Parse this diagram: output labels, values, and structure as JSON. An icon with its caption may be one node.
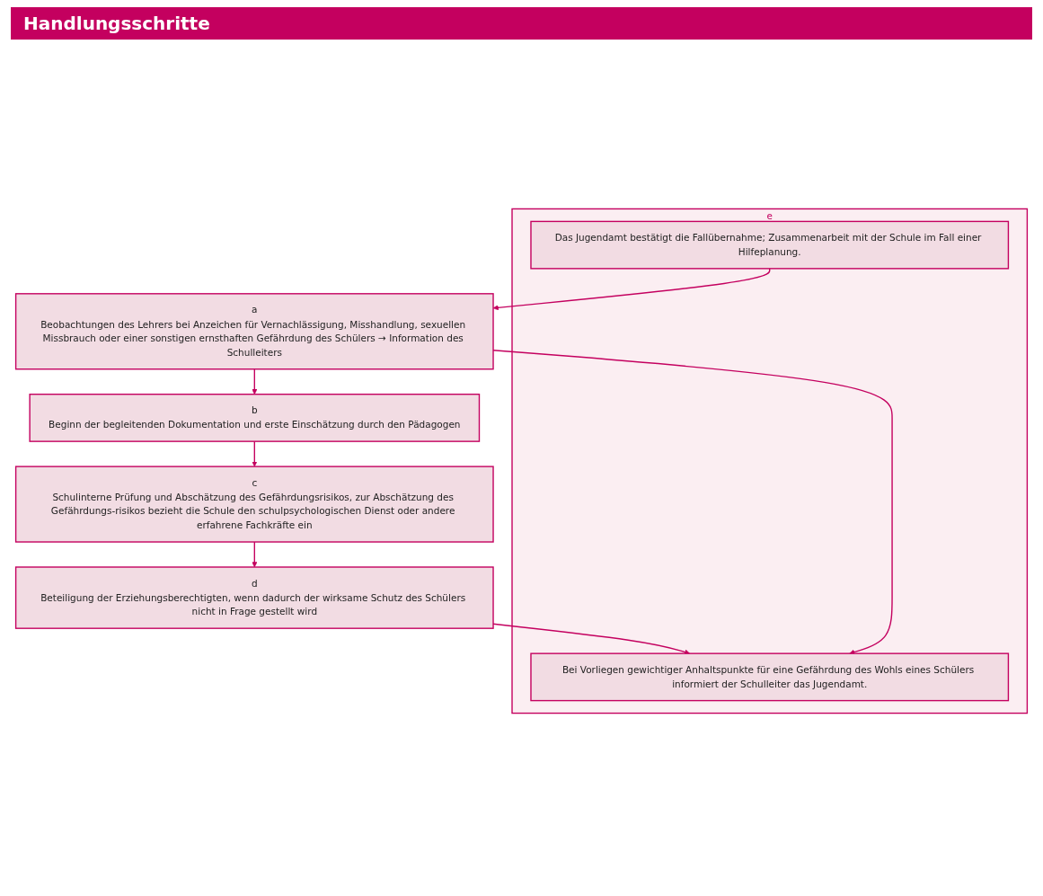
{
  "diagram": {
    "title": "Handlungsschritte",
    "nodes": [
      {
        "text": [
          "a",
          "Beobachtungen des Lehrers bei Anzeichen für Vernachlässigung, Misshandlung, sexuellen Missbrauch oder einer sonstigen ernsthaften Gefährdung des Schülers → Information des Schulleiters"
        ]
      },
      {
        "text": [
          "b",
          "Beginn der begleitenden Dokumentation und erste Einschätzung durch den Pädagogen"
        ]
      },
      {
        "text": [
          "c",
          "Schulinterne Prüfung und Abschätzung des Gefährdungsrisikos, zur Abschätzung des Gefährdungs-risikos bezieht die Schule den schulpsychologischen Dienst oder andere erfahrene Fachkräfte ein"
        ]
      },
      {
        "text": [
          "d",
          "Beteiligung der Erziehungsberechtigten, wenn dadurch der wirksame Schutz des Schülers nicht in Frage gestellt wird"
        ]
      },
      {
        "text": [
          "e"
        ]
      },
      {
        "text": [
          "Bei Vorliegen gewichtiger Anhaltspunkte für eine Gefährdung des Wohls eines Schülers informiert der Schulleiter das Jugendamt."
        ],
        "in": 4
      },
      {
        "text": [
          "Das Jugendamt bestätigt die Fallübernahme; Zusammenarbeit mit der Schule im Fall einer Hilfeplanung."
        ],
        "in": 4
      }
    ],
    "edges": [
      {
        "from": 0,
        "to": 1,
        "arrow": "to"
      },
      {
        "from": 1,
        "to": 2,
        "arrow": "to"
      },
      {
        "from": 2,
        "to": 3,
        "arrow": "to"
      },
      {
        "from": 3,
        "to": 5,
        "arrow": "to"
      },
      {
        "from": 0,
        "to": 5,
        "arrow": "to"
      },
      {
        "from": 6,
        "to": 0,
        "arrow": "to"
      }
    ]
  }
}
